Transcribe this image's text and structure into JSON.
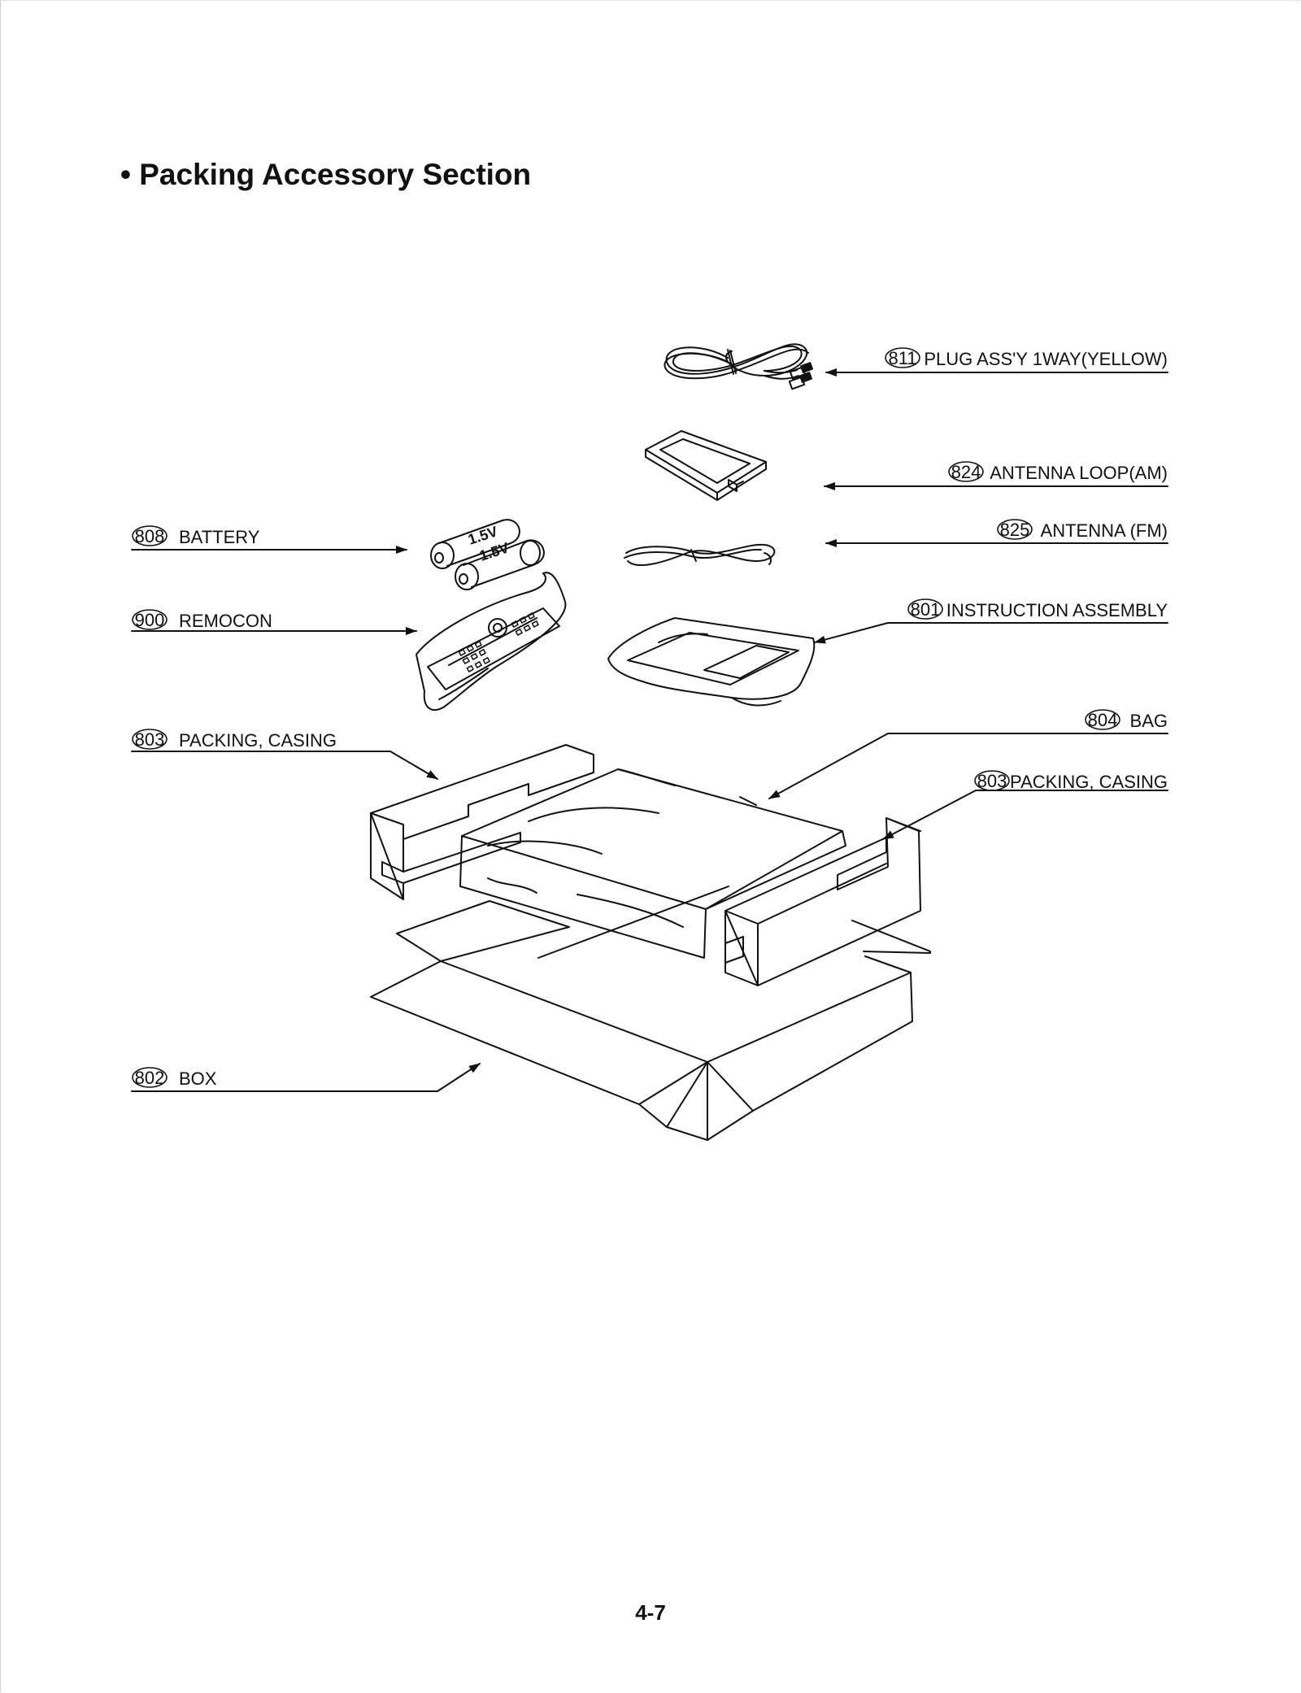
{
  "title": "• Packing Accessory Section",
  "page_number": "4-7",
  "battery_text": "1.5V",
  "parts": [
    {
      "num": "811",
      "label": "PLUG ASS'Y 1WAY(YELLOW)"
    },
    {
      "num": "824",
      "label": "ANTENNA LOOP(AM)"
    },
    {
      "num": "825",
      "label": "ANTENNA (FM)"
    },
    {
      "num": "801",
      "label": "INSTRUCTION ASSEMBLY"
    },
    {
      "num": "804",
      "label": "BAG"
    },
    {
      "num": "803",
      "label": "PACKING, CASING"
    },
    {
      "num": "808",
      "label": "BATTERY"
    },
    {
      "num": "900",
      "label": "REMOCON"
    },
    {
      "num": "803",
      "label": "PACKING, CASING"
    },
    {
      "num": "802",
      "label": "BOX"
    }
  ]
}
